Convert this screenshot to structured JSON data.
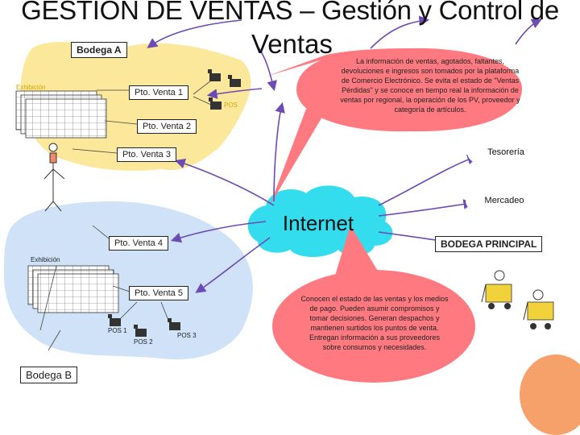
{
  "title": {
    "line1": "GESTION DE VENTAS – Gestión y Control de",
    "line2": "Ventas"
  },
  "zones": {
    "bodega_a": "Bodega A",
    "bodega_b": "Bodega B",
    "exhibicion_top": "Exhibición",
    "exhibicion_bottom": "Exhibición"
  },
  "points_of_sale": {
    "pv1": "Pto. Venta 1",
    "pv2": "Pto. Venta 2",
    "pv3": "Pto. Venta 3",
    "pv4": "Pto. Venta 4",
    "pv5": "Pto. Venta 5"
  },
  "pos_terminals": {
    "pos1": "POS 1",
    "pos2": "POS 2",
    "pos3": "POS 3",
    "pos_top": "POS"
  },
  "departments": {
    "tesoreria": "Tesorería",
    "mercadeo": "Mercadeo",
    "bodega_principal": "BODEGA PRINCIPAL"
  },
  "cloud": {
    "internet": "Internet"
  },
  "callouts": {
    "top": "La información de ventas, agotados, faltantes, devoluciones e ingresos son tomados por la plataforma de Comercio Electrónico. Se evita el estado de \"Ventas Pérdidas\" y se conoce en tiempo real la información de ventas por regional, la operación de los PV, proveedor y categoría de artículos.",
    "bottom": "Conocen el estado de las ventas y los medios de pago. Pueden asumir compromisos y tomar decisiones. Generan despachos y mantienen surtidos los puntos de venta. Entregan información a sus proveedores sobre consumos y necesidades."
  },
  "colors": {
    "yellow_zone": "#fbe89a",
    "blue_zone": "#cfe2f7",
    "cloud": "#33ddee",
    "bubble": "#ff7a80",
    "orange_circle": "#f6a06a",
    "arrow": "#6c4bb5",
    "forklift": "#f2d23a"
  },
  "icons": [
    "person-icon",
    "pos-terminal-icon",
    "forklift-icon",
    "shelf-grid-icon"
  ]
}
